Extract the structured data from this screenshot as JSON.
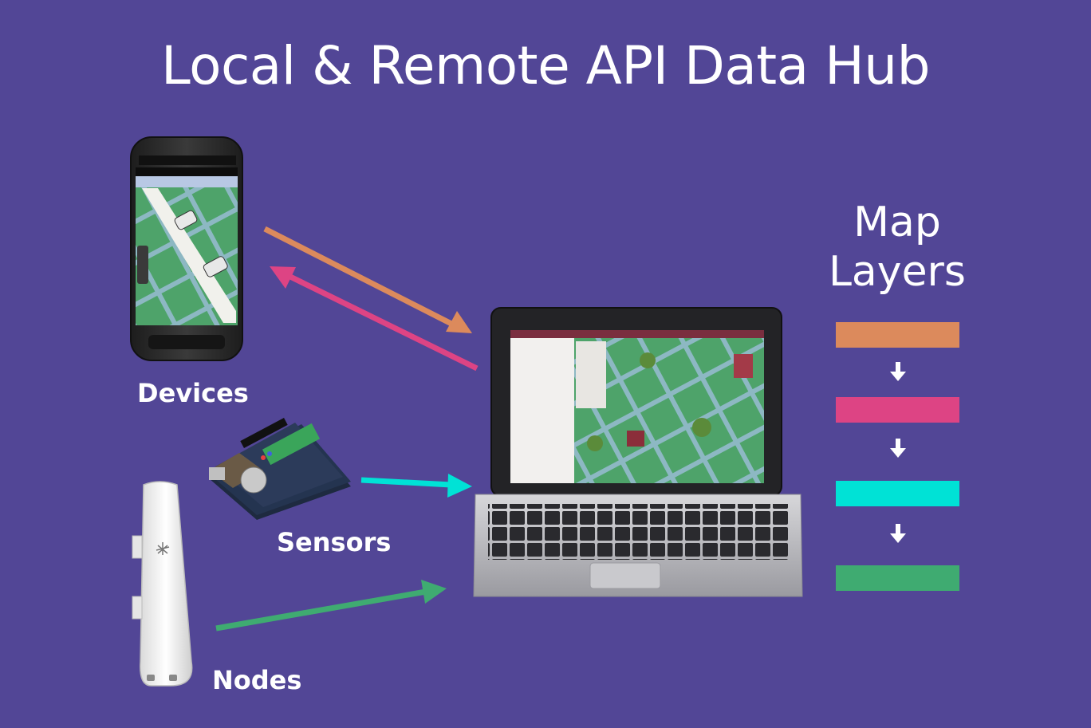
{
  "title": "Local & Remote API Data Hub",
  "labels": {
    "devices": "Devices",
    "sensors": "Sensors",
    "nodes": "Nodes"
  },
  "map_layers": {
    "heading_line1": "Map",
    "heading_line2": "Layers",
    "layers": [
      {
        "color": "#dc8a5c"
      },
      {
        "color": "#dd4484"
      },
      {
        "color": "#00e2d6"
      },
      {
        "color": "#3fab71"
      }
    ]
  },
  "flows": [
    {
      "from": "devices",
      "to": "hub",
      "color": "#dc8a5c"
    },
    {
      "from": "hub",
      "to": "devices",
      "color": "#dd4484"
    },
    {
      "from": "sensors",
      "to": "hub",
      "color": "#00e2d6"
    },
    {
      "from": "nodes",
      "to": "hub",
      "color": "#3fab71"
    }
  ],
  "colors": {
    "background": "#524696"
  }
}
